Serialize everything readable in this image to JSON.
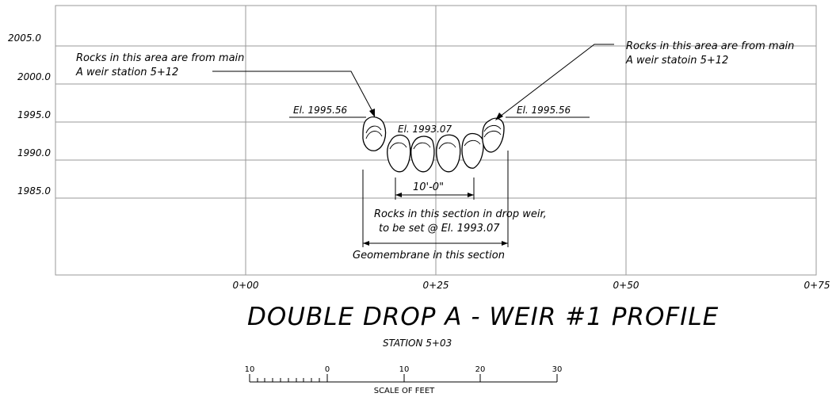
{
  "elevation_labels": [
    "2005.0",
    "2000.0",
    "1995.0",
    "1990.0",
    "1985.0"
  ],
  "station_labels": [
    "0+00",
    "0+25",
    "0+50",
    "0+75"
  ],
  "annotations": {
    "left_elev": "El. 1995.56",
    "right_elev": "El. 1995.56",
    "center_elev": "El. 1993.07",
    "dimension": "10'-0\"",
    "left_rock_note_line1": "Rocks in this area are from main",
    "left_rock_note_line2": "A weir station 5+12",
    "right_rock_note_line1": "Rocks in this area are from main",
    "right_rock_note_line2": "A weir statoin 5+12",
    "drop_note_line1": "Rocks in this section in drop weir,",
    "drop_note_line2": "to be set @ El. 1993.07",
    "geomembrane_note": "Geomembrane in this section"
  },
  "title": "DOUBLE DROP A - WEIR #1 PROFILE",
  "subtitle": "STATION 5+03",
  "scale_bar": {
    "labels": [
      "10",
      "0",
      "10",
      "20",
      "30"
    ],
    "caption": "SCALE OF FEET"
  }
}
